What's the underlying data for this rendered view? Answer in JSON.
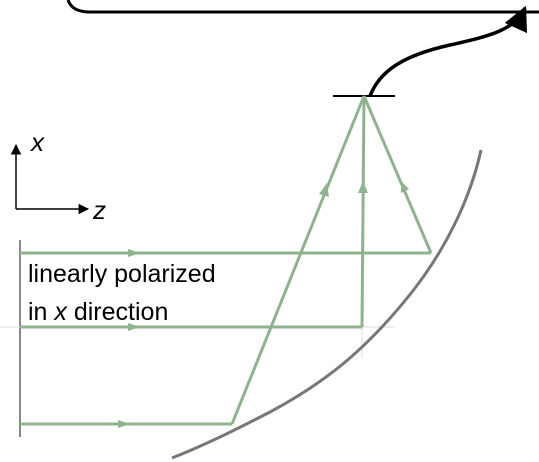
{
  "axes": {
    "x_label": "x",
    "z_label": "z"
  },
  "annotation": {
    "line1": "linearly polarized",
    "line2_prefix": "in ",
    "line2_var": "x",
    "line2_suffix": " direction"
  },
  "colors": {
    "ray": "#8fb28f",
    "mirror": "#777777",
    "cable": "#000000",
    "aperture": "#888888",
    "text": "#000000"
  }
}
